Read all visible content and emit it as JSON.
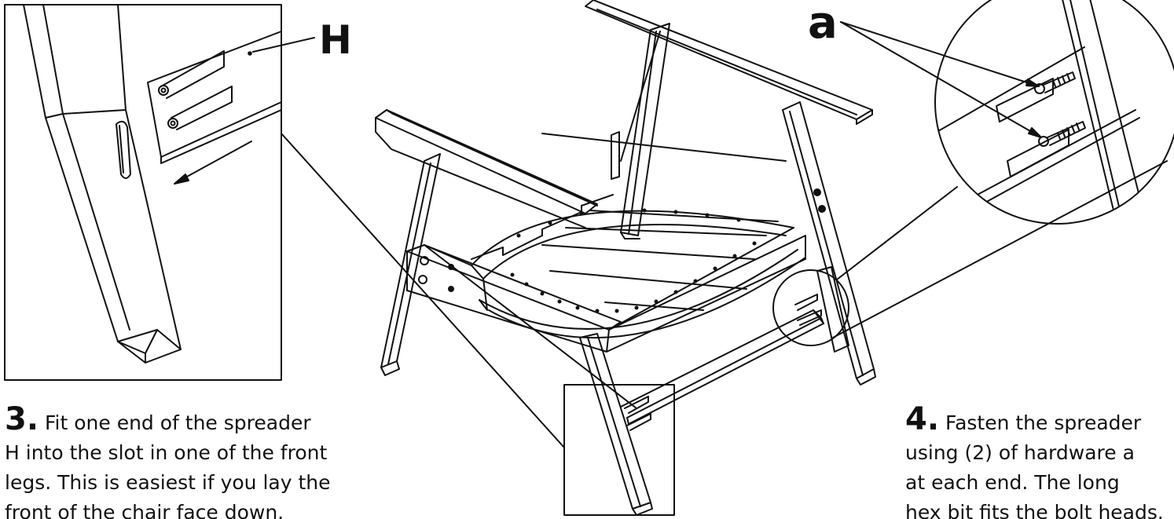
{
  "callouts": {
    "spreader": "H",
    "hardware": "a"
  },
  "steps": [
    {
      "number": "3.",
      "text": " Fit one end of the spreader\nH into the slot in one of the front\nlegs. This is easiest if you lay the\nfront of the chair face down."
    },
    {
      "number": "4.",
      "text": " Fasten the spreader\nusing (2) of hardware a\nat each end. The long\nhex bit fits the bolt heads."
    }
  ],
  "colors": {
    "line": "#111111",
    "background": "#ffffff"
  }
}
